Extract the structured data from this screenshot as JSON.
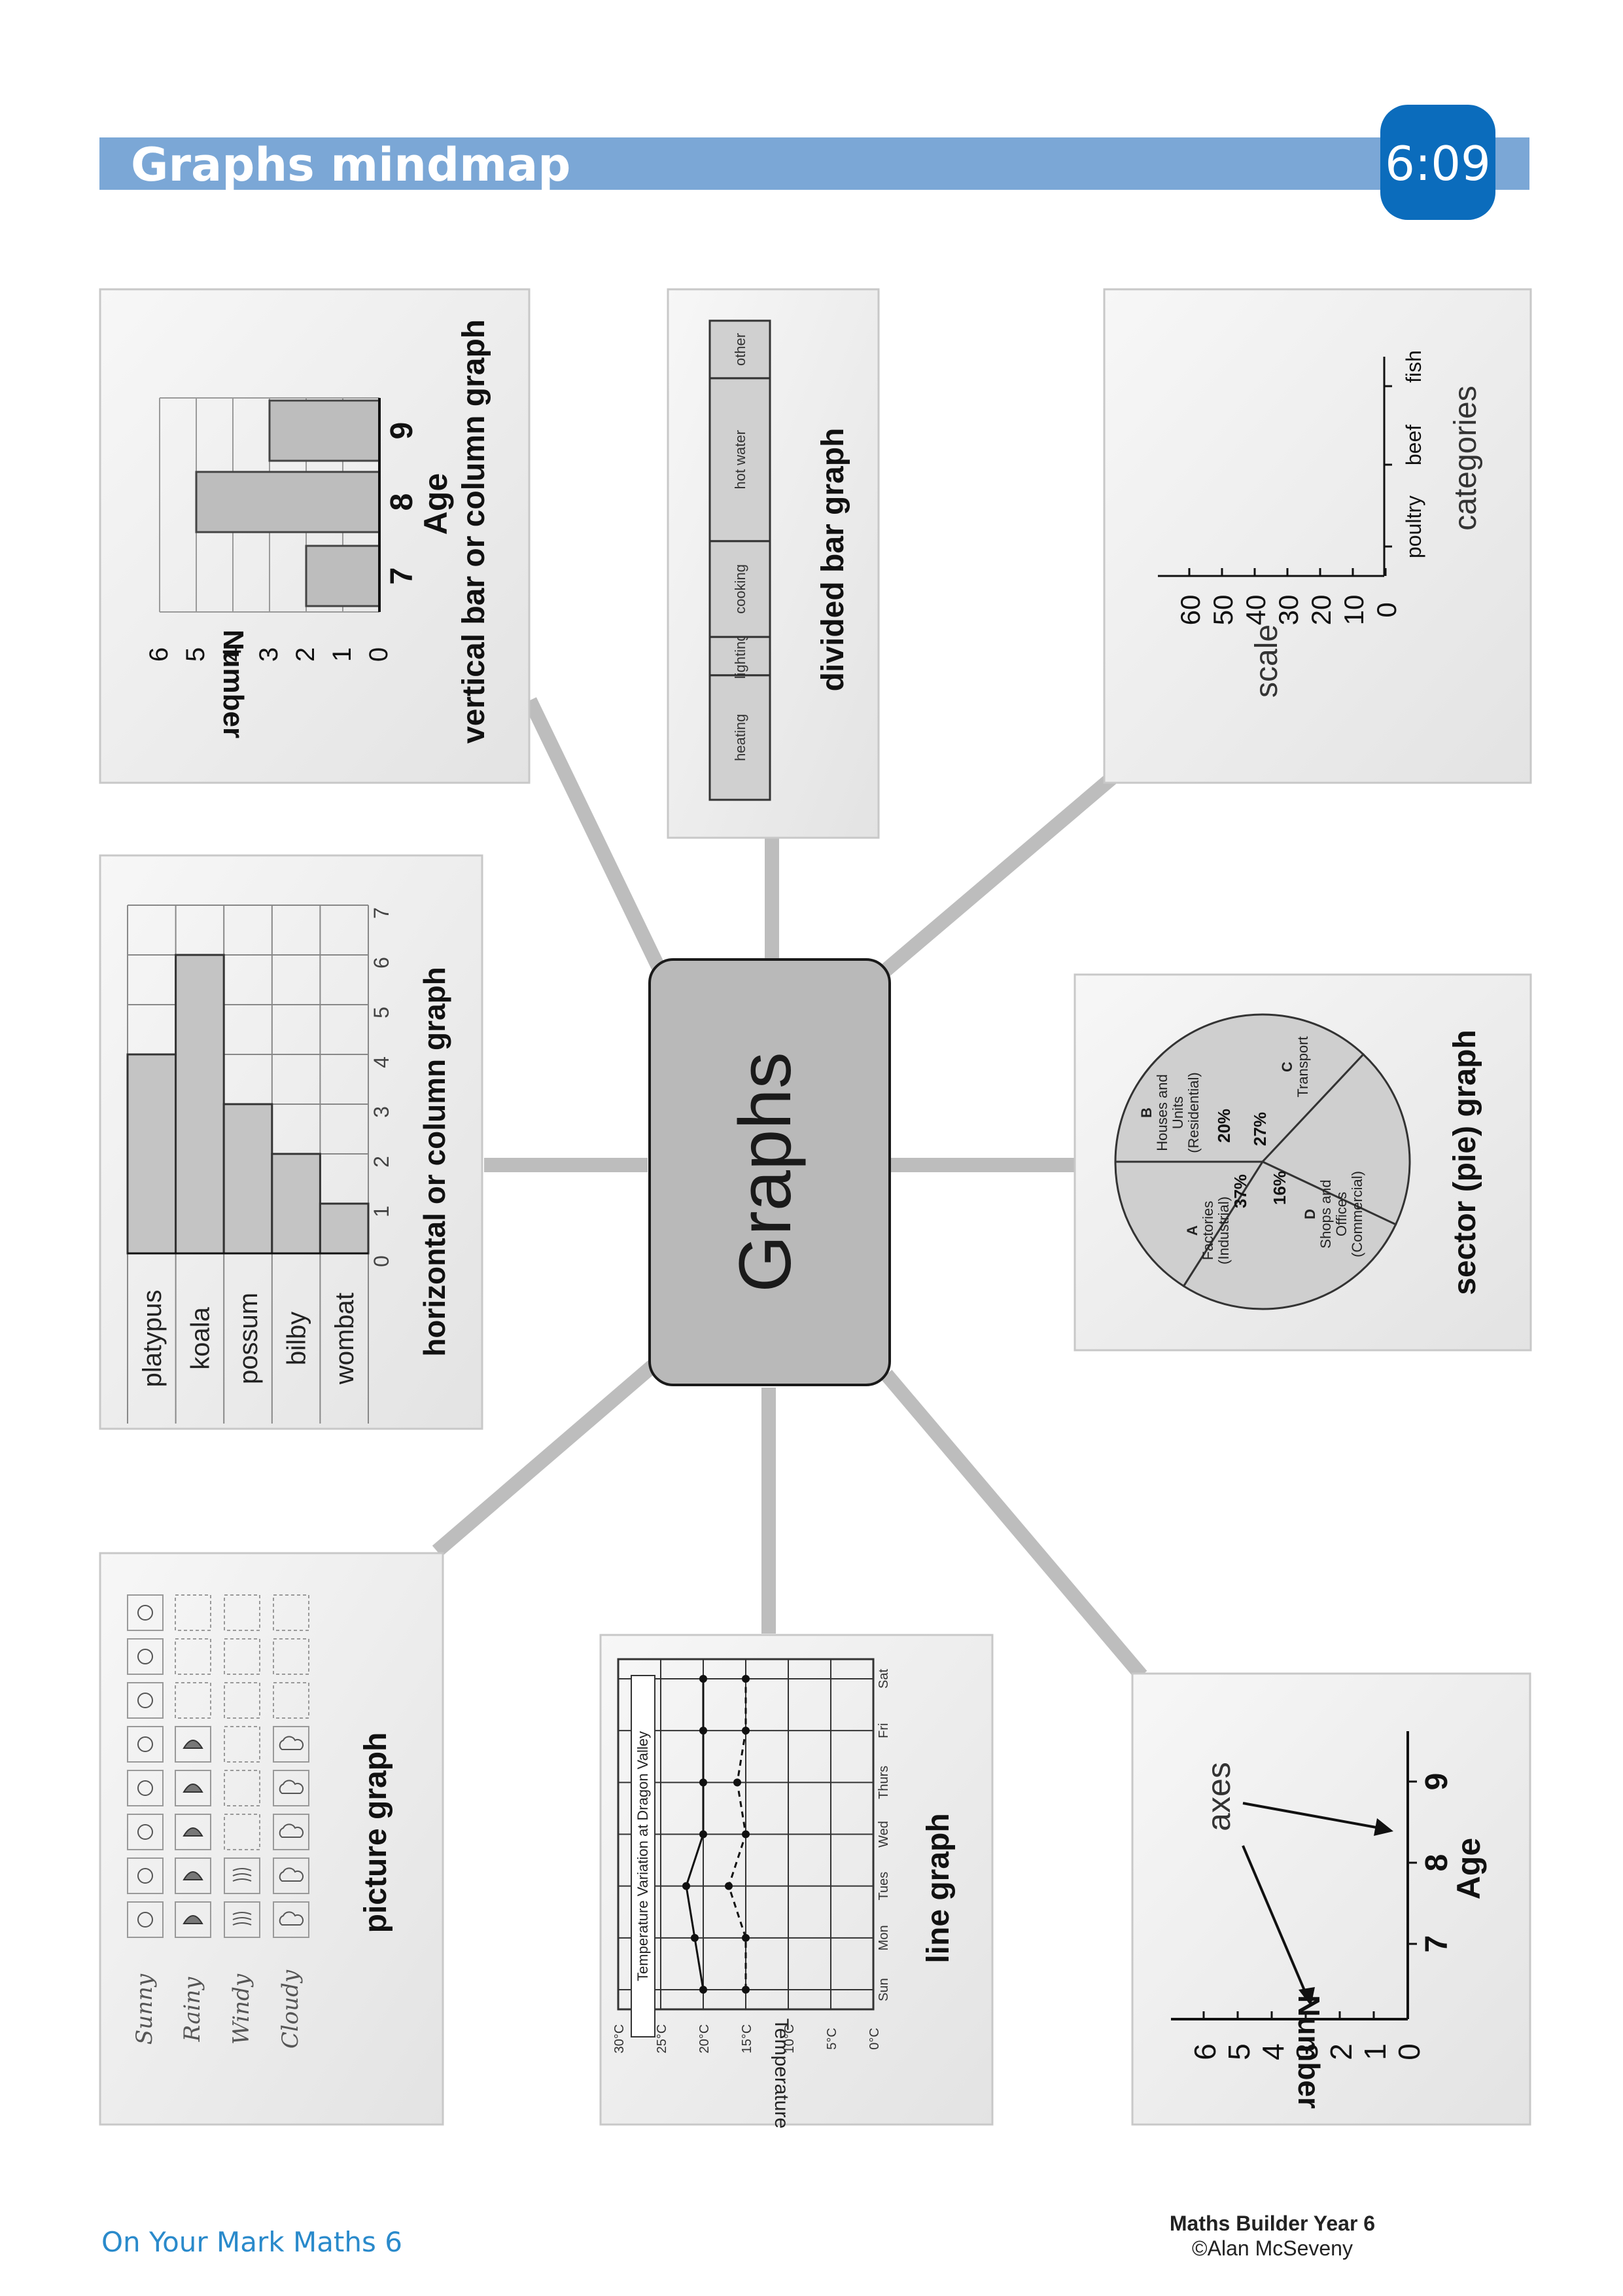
{
  "header": {
    "title": "Graphs mindmap",
    "code": "6:09"
  },
  "center": {
    "label": "Graphs"
  },
  "boxes": {
    "vertical": {
      "caption": "vertical bar or column graph",
      "xlabel": "Age",
      "ylabel": "Number",
      "categories": [
        "7",
        "8",
        "9"
      ],
      "yticks": [
        "0",
        "1",
        "2",
        "3",
        "4",
        "5",
        "6"
      ]
    },
    "divided": {
      "caption": "divided bar graph",
      "segments": [
        "heating",
        "lighting",
        "cooking",
        "hot water",
        "other"
      ]
    },
    "scaleCat": {
      "scale_label": "scale",
      "categories_label": "categories",
      "yticks": [
        "0",
        "10",
        "20",
        "30",
        "40",
        "50",
        "60"
      ],
      "categories": [
        "poultry",
        "beef",
        "fish"
      ]
    },
    "horizontal": {
      "caption": "horizontal or column graph",
      "animals": [
        "platypus",
        "koala",
        "possum",
        "bilby",
        "wombat"
      ],
      "xticks": [
        "0",
        "1",
        "2",
        "3",
        "4",
        "5",
        "6",
        "7"
      ]
    },
    "pie": {
      "caption": "sector (pie) graph",
      "slices": [
        {
          "letter": "A",
          "name1": "Factories",
          "name2": "(Industrial)",
          "name3": "",
          "pct": "37%"
        },
        {
          "letter": "B",
          "name1": "Houses and",
          "name2": "Units",
          "name3": "(Residential)",
          "pct": "20%"
        },
        {
          "letter": "C",
          "name1": "Transport",
          "name2": "",
          "name3": "",
          "pct": "27%"
        },
        {
          "letter": "D",
          "name1": "Shops and",
          "name2": "Offices",
          "name3": "(Commercial)",
          "pct": "16%"
        }
      ]
    },
    "picture": {
      "caption": "picture graph",
      "rows": [
        "Sunny",
        "Rainy",
        "Windy",
        "Cloudy"
      ]
    },
    "line": {
      "caption": "line graph",
      "chart_title": "Temperature Variation at Dragon Valley",
      "ylabel": "Temperature",
      "yticks": [
        "0°C",
        "5°C",
        "10°C",
        "15°C",
        "20°C",
        "25°C",
        "30°C"
      ],
      "days": [
        "Sun",
        "Mon",
        "Tues",
        "Wed",
        "Thurs",
        "Fri",
        "Sat"
      ]
    },
    "axes": {
      "label": "axes",
      "xlabel": "Age",
      "ylabel": "Number",
      "xticks": [
        "7",
        "8",
        "9"
      ],
      "yticks": [
        "0",
        "1",
        "2",
        "3",
        "4",
        "5",
        "6"
      ]
    }
  },
  "chart_data": [
    {
      "type": "bar",
      "title": "",
      "xlabel": "Age",
      "ylabel": "Number",
      "categories": [
        "7",
        "8",
        "9"
      ],
      "values": [
        2,
        5,
        3
      ],
      "ylim": [
        0,
        6
      ]
    },
    {
      "type": "bar",
      "title": "",
      "categories": [
        "platypus",
        "koala",
        "possum",
        "bilby",
        "wombat"
      ],
      "values": [
        4,
        6,
        3,
        2,
        1
      ],
      "xlim": [
        0,
        7
      ]
    },
    {
      "type": "pie",
      "title": "",
      "categories": [
        "Factories (Industrial)",
        "Houses and Units (Residential)",
        "Transport",
        "Shops and Offices (Commercial)"
      ],
      "values": [
        37,
        20,
        27,
        16
      ]
    },
    {
      "type": "bar",
      "title": "",
      "categories": [
        "heating",
        "lighting",
        "cooking",
        "hot water",
        "other"
      ],
      "values": [
        26,
        8,
        20,
        34,
        12
      ]
    },
    {
      "type": "line",
      "title": "Temperature Variation at Dragon Valley",
      "ylabel": "Temperature",
      "x": [
        "Sun",
        "Mon",
        "Tues",
        "Wed",
        "Thurs",
        "Fri",
        "Sat"
      ],
      "series": [
        {
          "values": [
            20,
            21,
            22,
            20,
            20,
            20,
            20
          ]
        },
        {
          "values": [
            15,
            15,
            17,
            15,
            16,
            15,
            15
          ]
        }
      ],
      "ylim": [
        0,
        30
      ]
    },
    {
      "type": "table",
      "title": "",
      "categories": [
        "Sunny",
        "Rainy",
        "Windy",
        "Cloudy"
      ],
      "values": [
        8,
        5,
        2,
        5
      ]
    }
  ],
  "footer": {
    "left": "On Your Mark Maths 6",
    "right1": "Maths Builder Year 6",
    "right2": "©Alan McSeveny"
  },
  "colors": {
    "banner": "#7ba7d6",
    "badge": "#0b6cbc",
    "panel": "#ececec",
    "connector": "#bdbdbd",
    "center": "#b9b9b9",
    "footer_text": "#2a8acb"
  }
}
